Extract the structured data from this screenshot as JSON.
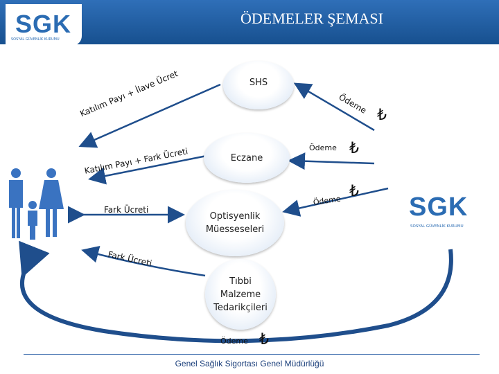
{
  "title": "ÖDEMELER ŞEMASI",
  "logo": {
    "text": "SGK",
    "subtitle": "SOSYAL GÜVENLİK KURUMU"
  },
  "nodes": {
    "shs": "SHS",
    "eczane": "Eczane",
    "optisyenlik": "Optisyenlik Müesseseleri",
    "tibbi": "Tıbbi Malzeme Tedarikçileri"
  },
  "labels": {
    "katilim_ilave": "Katılım Payı + İlave Ücret",
    "katilim_fark": "Katılım Payı + Fark Ücreti",
    "fark_ucreti": "Fark Ücreti",
    "fark_ucreti_curved": "Fark Ücreti",
    "odeme_shs": "Ödeme",
    "odeme_eczane": "Ödeme",
    "odeme_optisyen": "Ödeme",
    "odeme_bottom": "Ödeme"
  },
  "currency_symbol": "₺",
  "footer": "Genel Sağlık Sigortası Genel Müdürlüğü",
  "colors": {
    "header": "#1f5ea6",
    "arrow": "#1f4e8c",
    "family": "#3a73c1"
  }
}
